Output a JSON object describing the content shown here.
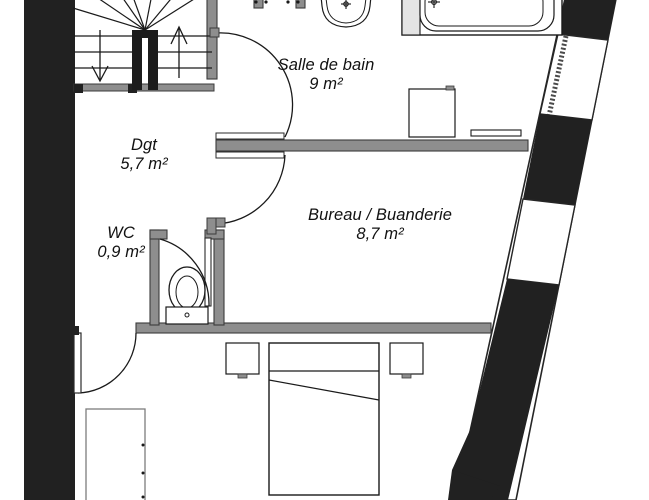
{
  "document": {
    "type": "architectural-floor-plan",
    "title": "Plan d'étage",
    "language": "fr",
    "unit": "m²"
  },
  "rooms": [
    {
      "id": "salle-de-bain",
      "name": "Salle de bain",
      "area": "9 m²",
      "area_value": 9.0
    },
    {
      "id": "dgt",
      "name": "Dgt",
      "area": "5,7 m²",
      "area_value": 5.7
    },
    {
      "id": "wc",
      "name": "WC",
      "area": "0,9 m²",
      "area_value": 0.9
    },
    {
      "id": "bureau",
      "name": "Bureau / Buanderie",
      "area": "8,7 m²",
      "area_value": 8.7
    }
  ],
  "fixtures": [
    {
      "id": "washbasin",
      "name": "lavabo",
      "room": "salle-de-bain"
    },
    {
      "id": "bathtub",
      "name": "baignoire",
      "room": "salle-de-bain"
    },
    {
      "id": "washing-machine",
      "name": "lave-linge",
      "room": "salle-de-bain"
    },
    {
      "id": "toilet",
      "name": "wc",
      "room": "wc"
    },
    {
      "id": "bed",
      "name": "lit",
      "room": "chambre"
    },
    {
      "id": "nightstand-left",
      "name": "table de chevet",
      "room": "chambre"
    },
    {
      "id": "nightstand-right",
      "name": "table de chevet",
      "room": "chambre"
    },
    {
      "id": "wardrobe",
      "name": "placard",
      "room": "chambre"
    },
    {
      "id": "staircase",
      "name": "escalier",
      "room": "dgt"
    }
  ],
  "openings": [
    {
      "id": "door-salle-de-bain",
      "type": "porte",
      "swing": "arc"
    },
    {
      "id": "door-bureau",
      "type": "porte",
      "swing": "arc"
    },
    {
      "id": "door-wc",
      "type": "porte",
      "swing": "arc"
    },
    {
      "id": "door-chambre",
      "type": "porte",
      "swing": "arc"
    },
    {
      "id": "window-east",
      "type": "fenetre",
      "wall": "mur-diagonal-est"
    }
  ],
  "stairs": {
    "direction_down_label": "↓",
    "direction_up_label": "↑",
    "type": "escalier tournant"
  },
  "colors": {
    "wall_solid": "#212121",
    "wall_hatched": "#8e8e8e",
    "wall_outline": "#3a3a3a",
    "fixture_line": "#1a1a1a",
    "background": "#ffffff",
    "label_text": "#111111"
  }
}
